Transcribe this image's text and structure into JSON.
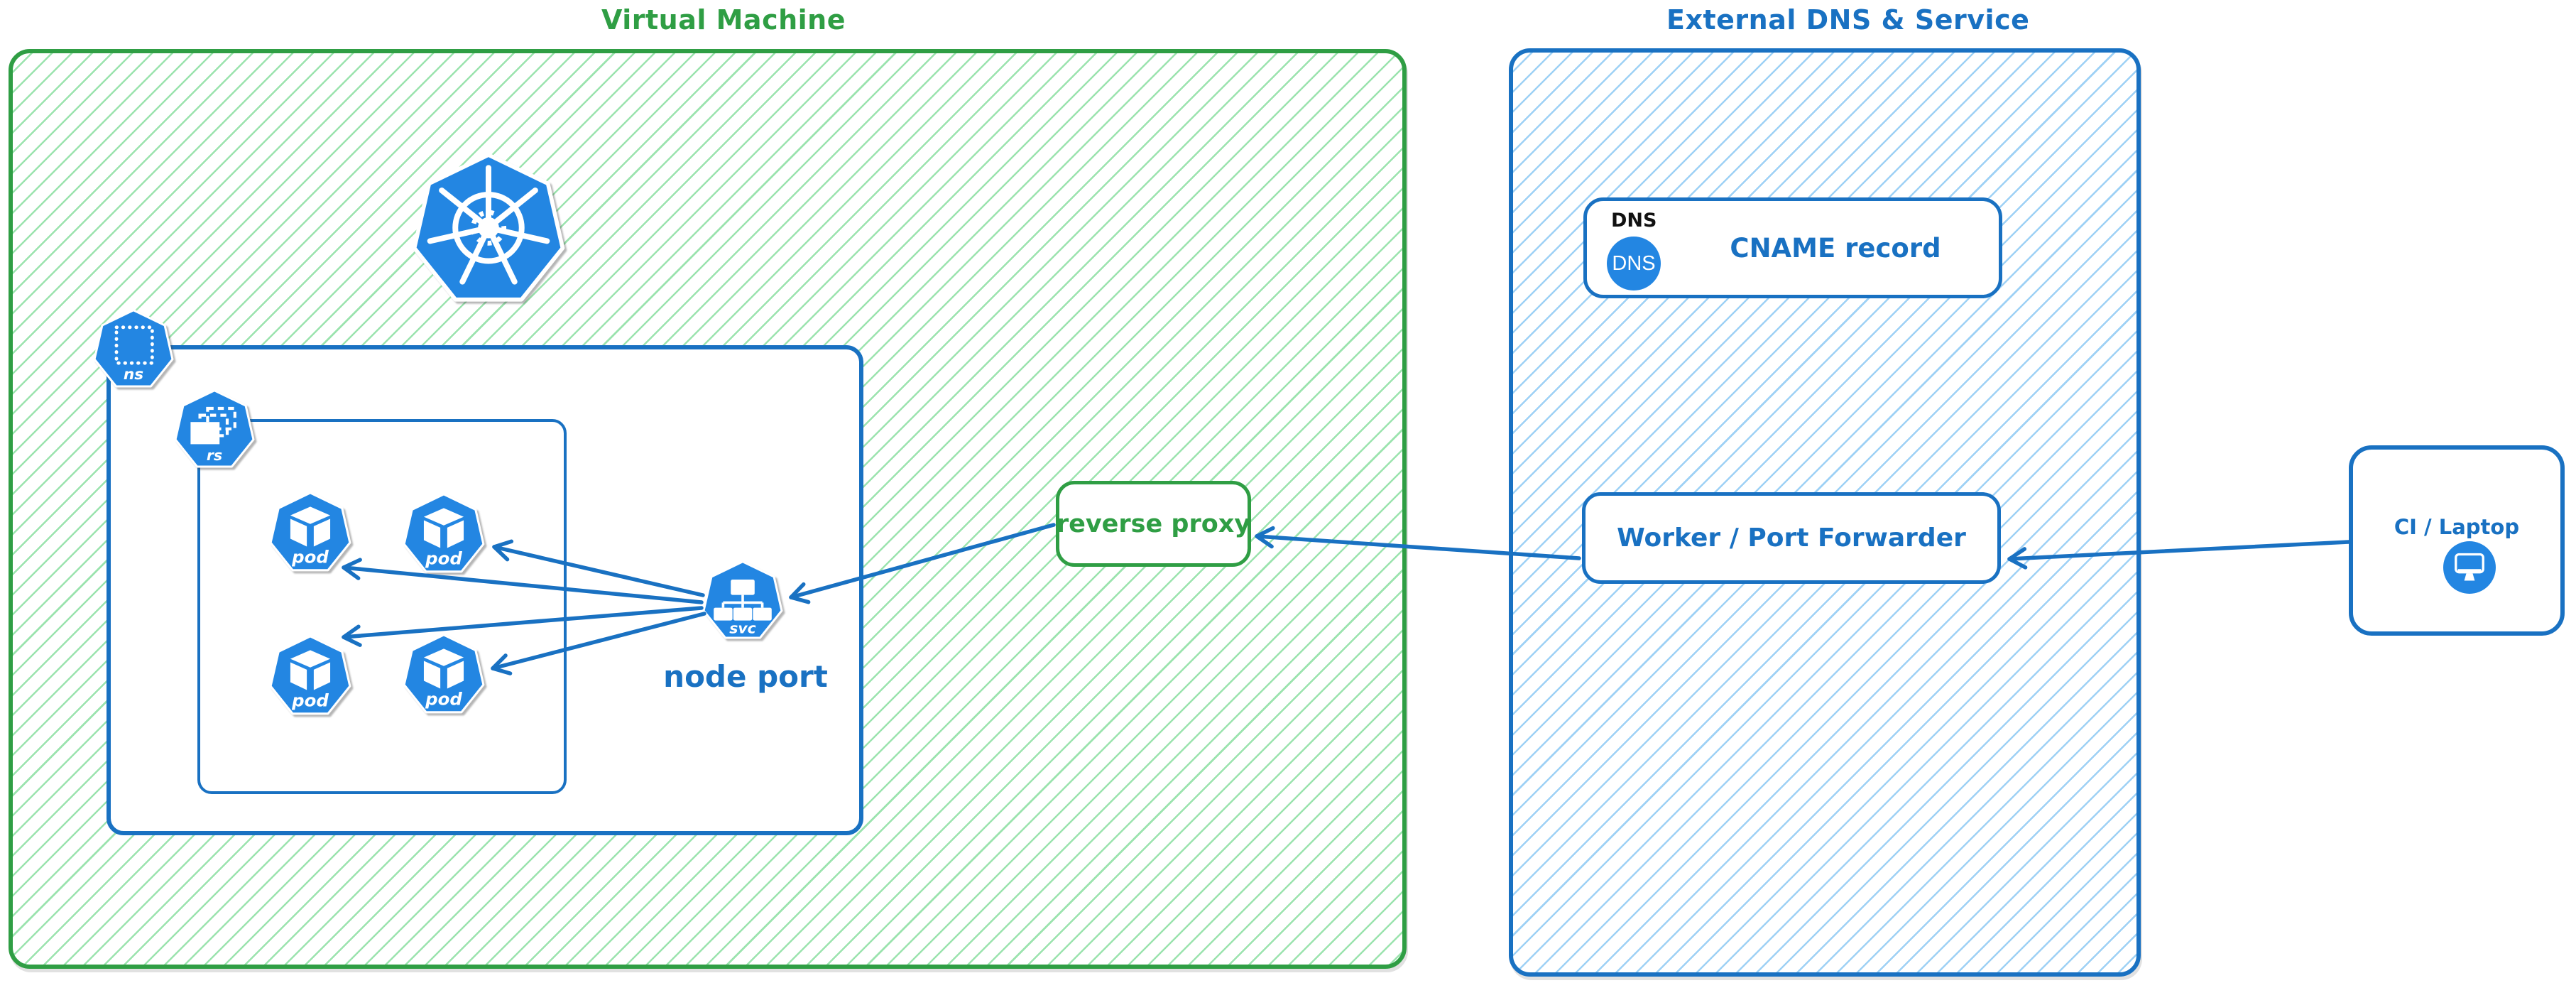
{
  "diagram": {
    "vm": {
      "title": "Virtual Machine",
      "namespace": {
        "badge": "ns"
      },
      "replicaset": {
        "badge": "rs"
      },
      "pods": [
        {
          "label": "pod"
        },
        {
          "label": "pod"
        },
        {
          "label": "pod"
        },
        {
          "label": "pod"
        }
      ],
      "service": {
        "badge": "svc",
        "caption": "node port"
      },
      "reverse_proxy": {
        "label": "reverse proxy"
      }
    },
    "external": {
      "title": "External DNS & Service",
      "dns": {
        "header": "DNS",
        "icon_text": "DNS",
        "label": "CNAME record"
      },
      "worker": {
        "label": "Worker / Port Forwarder"
      }
    },
    "client": {
      "label": "CI / Laptop"
    }
  },
  "colors": {
    "green": "#2f9e44",
    "green_hatch": "#9be3ae",
    "blue": "#1971c2",
    "blue_hatch": "#9ed1f5",
    "icon_blue": "#2386e2",
    "ink_black": "#111111"
  }
}
